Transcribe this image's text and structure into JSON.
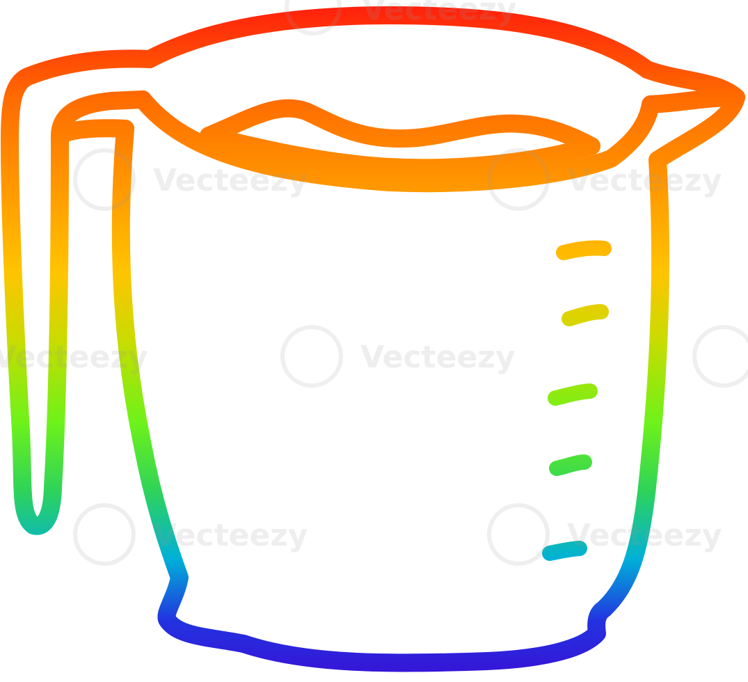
{
  "watermark": {
    "text": "Vecteezy"
  },
  "colors": {
    "background": "#ffffff",
    "watermark": "#9a9a9a",
    "gradient": [
      "#ff1a0d",
      "#ff7a00",
      "#ffc400",
      "#c8dc00",
      "#6ef21a",
      "#2ed35a",
      "#00b0d8",
      "#2233e0",
      "#3a10d6"
    ]
  },
  "icons": {
    "watermark_logo": "vecteezy-v-logo",
    "illustration": "measuring-jug"
  }
}
